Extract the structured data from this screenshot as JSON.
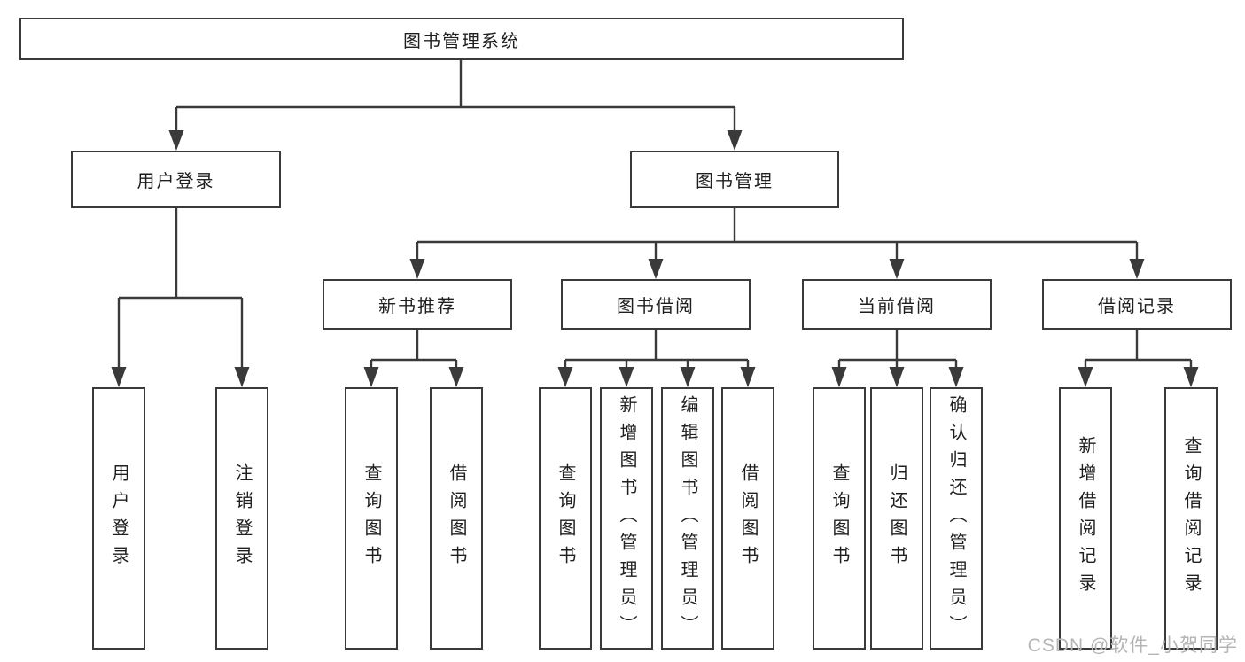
{
  "root": {
    "label": "图书管理系统"
  },
  "level2": [
    {
      "label": "用户登录"
    },
    {
      "label": "图书管理"
    }
  ],
  "level3": [
    {
      "label": "新书推荐",
      "parent": "图书管理"
    },
    {
      "label": "图书借阅",
      "parent": "图书管理"
    },
    {
      "label": "当前借阅",
      "parent": "图书管理"
    },
    {
      "label": "借阅记录",
      "parent": "图书管理"
    }
  ],
  "leaves": [
    {
      "label": "用户登录",
      "parent": "用户登录"
    },
    {
      "label": "注销登录",
      "parent": "用户登录"
    },
    {
      "label": "查询图书",
      "parent": "新书推荐"
    },
    {
      "label": "借阅图书",
      "parent": "新书推荐"
    },
    {
      "label": "查询图书",
      "parent": "图书借阅"
    },
    {
      "label": "新增图书（管理员）",
      "parent": "图书借阅"
    },
    {
      "label": "编辑图书（管理员）",
      "parent": "图书借阅"
    },
    {
      "label": "借阅图书",
      "parent": "图书借阅"
    },
    {
      "label": "查询图书",
      "parent": "当前借阅"
    },
    {
      "label": "归还图书",
      "parent": "当前借阅"
    },
    {
      "label": "确认归还（管理员）",
      "parent": "当前借阅"
    },
    {
      "label": "新增借阅记录",
      "parent": "借阅记录"
    },
    {
      "label": "查询借阅记录",
      "parent": "借阅记录"
    }
  ],
  "watermark": "CSDN @软件_小贺同学",
  "colors": {
    "line": "#3a3a3a",
    "text": "#1f1f1f",
    "watermark": "#b5b5b5",
    "background": "#ffffff"
  }
}
